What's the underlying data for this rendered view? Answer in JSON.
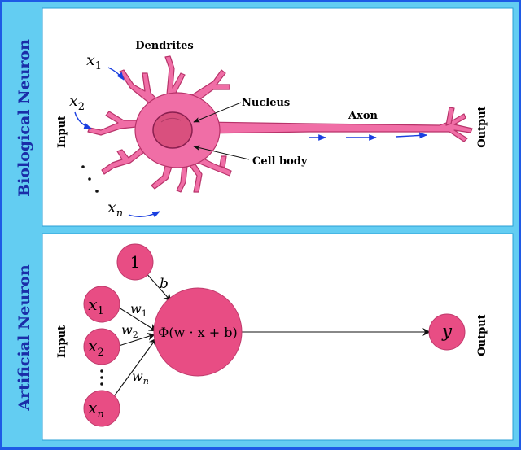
{
  "colors": {
    "outer_border": "#1e5ae6",
    "frame_fill": "#63cdf2",
    "panel_fill": "#ffffff",
    "neuron_fill": "#f06ea6",
    "neuron_stroke": "#b8336a",
    "nucleus_fill": "#d9507e",
    "node_fill": "#e84d84",
    "signal_arrow": "#1a3fe0",
    "line": "#111111"
  },
  "biological": {
    "panel_title": "Biological Neuron",
    "input_label": "Input",
    "output_label": "Output",
    "dendrites_label": "Dendrites",
    "nucleus_label": "Nucleus",
    "cell_body_label": "Cell body",
    "axon_label": "Axon",
    "inputs": {
      "x1": "x",
      "x1_sub": "1",
      "x2": "x",
      "x2_sub": "2",
      "xn": "x",
      "xn_sub": "n"
    },
    "dots": "· · ·"
  },
  "artificial": {
    "panel_title": "Artificial Neuron",
    "input_label": "Input",
    "output_label": "Output",
    "bias_node": "1",
    "bias_weight": "b",
    "input_nodes": [
      {
        "name": "x",
        "sub": "1"
      },
      {
        "name": "x",
        "sub": "2"
      },
      {
        "name": "x",
        "sub": "n"
      }
    ],
    "weights": [
      {
        "name": "w",
        "sub": "1"
      },
      {
        "name": "w",
        "sub": "2"
      },
      {
        "name": "w",
        "sub": "n"
      }
    ],
    "activation": "Φ(w · x + b)",
    "output_node": "y",
    "dots": "· · ·"
  }
}
